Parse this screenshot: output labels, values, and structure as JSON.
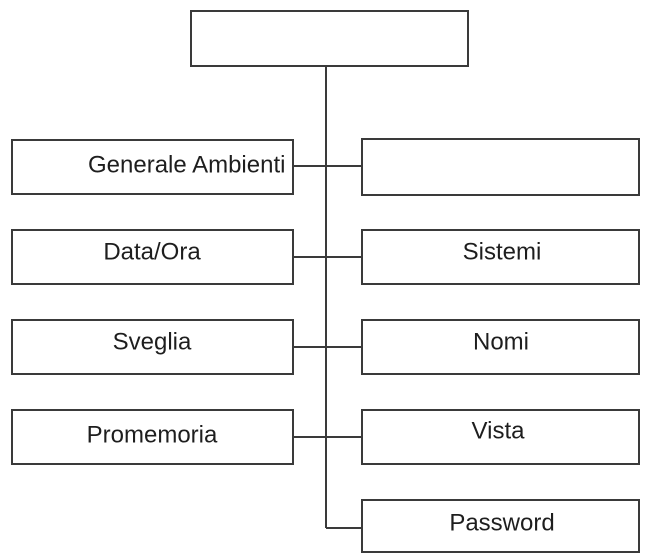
{
  "root": {
    "label": ""
  },
  "left": [
    {
      "label": "Generale Ambienti"
    },
    {
      "label": "Data/Ora"
    },
    {
      "label": "Sveglia"
    },
    {
      "label": "Promemoria"
    }
  ],
  "right": [
    {
      "label": ""
    },
    {
      "label": "Sistemi"
    },
    {
      "label": "Nomi"
    },
    {
      "label": "Vista"
    },
    {
      "label": "Password"
    }
  ]
}
